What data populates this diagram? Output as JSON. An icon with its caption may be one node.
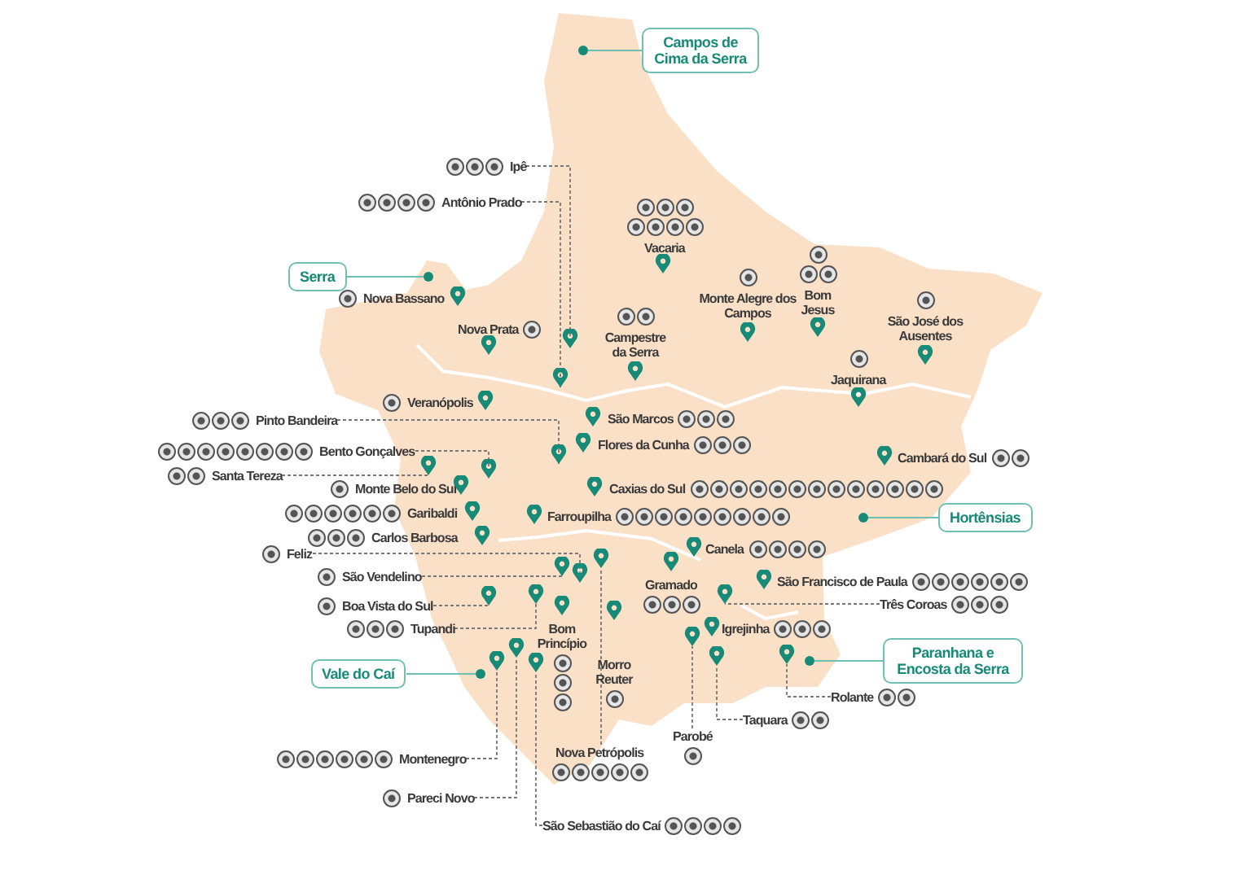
{
  "diagram": {
    "nodes": [
      {
        "text": [
          "Campos de Cima da Serra"
        ]
      },
      {
        "text": [
          "Ipê"
        ]
      },
      {
        "text": [
          "Antônio Prado"
        ]
      },
      {
        "text": [
          "Vacaria"
        ]
      },
      {
        "text": [
          "Serra"
        ]
      },
      {
        "text": [
          "Nova Bassano"
        ]
      },
      {
        "text": [
          "Nova Prata"
        ]
      },
      {
        "text": [
          "Campestre da Serra"
        ]
      },
      {
        "text": [
          "Monte Alegre dos Campos"
        ]
      },
      {
        "text": [
          "Bom Jesus"
        ]
      },
      {
        "text": [
          "São José dos Ausentes"
        ]
      },
      {
        "text": [
          "Jaquirana"
        ]
      },
      {
        "text": [
          "Veranópolis"
        ]
      },
      {
        "text": [
          "Pinto Bandeira"
        ]
      },
      {
        "text": [
          "São Marcos"
        ]
      },
      {
        "text": [
          "Bento Gonçalves"
        ]
      },
      {
        "text": [
          "Flores da Cunha"
        ]
      },
      {
        "text": [
          "Santa Tereza"
        ]
      },
      {
        "text": [
          "Cambará do Sul"
        ]
      },
      {
        "text": [
          "Monte Belo do Sul"
        ]
      },
      {
        "text": [
          "Caxias do Sul"
        ]
      },
      {
        "text": [
          "Garibaldi"
        ]
      },
      {
        "text": [
          "Farroupilha"
        ]
      },
      {
        "text": [
          "Hortênsias"
        ]
      },
      {
        "text": [
          "Carlos Barbosa"
        ]
      },
      {
        "text": [
          "Feliz"
        ]
      },
      {
        "text": [
          "Canela"
        ]
      },
      {
        "text": [
          "São Vendelino"
        ]
      },
      {
        "text": [
          "Gramado"
        ]
      },
      {
        "text": [
          "São Francisco de Paula"
        ]
      },
      {
        "text": [
          "Boa Vista do Sul"
        ]
      },
      {
        "text": [
          "Três Coroas"
        ]
      },
      {
        "text": [
          "Tupandi"
        ]
      },
      {
        "text": [
          "Bom Princípio"
        ]
      },
      {
        "text": [
          "Igrejinha"
        ]
      },
      {
        "text": [
          "Morro Reuter"
        ]
      },
      {
        "text": [
          "Vale do Caí"
        ]
      },
      {
        "text": [
          "Paranhana e Encosta da Serra"
        ]
      },
      {
        "text": [
          "Rolante"
        ]
      },
      {
        "text": [
          "Taquara"
        ]
      },
      {
        "text": [
          "Parobé"
        ]
      },
      {
        "text": [
          "Nova Petrópolis"
        ]
      },
      {
        "text": [
          "Montenegro"
        ]
      },
      {
        "text": [
          "Pareci Novo"
        ]
      },
      {
        "text": [
          "São Sebastião do Caí"
        ]
      },
      {
        "text": [],
        "shape": "circle"
      },
      {
        "text": [],
        "shape": "circle"
      },
      {
        "text": [],
        "shape": "circle"
      },
      {
        "text": [],
        "shape": "circle"
      },
      {
        "text": [],
        "shape": "circle"
      },
      {
        "text": [],
        "shape": "pin"
      },
      {
        "text": [],
        "shape": "pin"
      },
      {
        "text": [],
        "shape": "pin"
      },
      {
        "text": [],
        "shape": "pin"
      },
      {
        "text": [],
        "shape": "pin"
      },
      {
        "text": [],
        "shape": "pin"
      },
      {
        "text": [],
        "shape": "pin"
      },
      {
        "text": [],
        "shape": "pin"
      },
      {
        "text": [],
        "shape": "pin"
      },
      {
        "text": [],
        "shape": "pin"
      },
      {
        "text": [],
        "shape": "pin"
      },
      {
        "text": [],
        "shape": "pin"
      },
      {
        "text": [],
        "shape": "pin"
      },
      {
        "text": [],
        "shape": "pin"
      },
      {
        "text": [],
        "shape": "pin"
      },
      {
        "text": [],
        "shape": "pin"
      },
      {
        "text": [],
        "shape": "pin"
      }
    ],
    "edges": [
      {
        "from": 0,
        "to": 45,
        "arrow": "none",
        "color": "#6fbfb2"
      },
      {
        "from": 4,
        "to": 46,
        "arrow": "none",
        "color": "#6fbfb2"
      },
      {
        "from": 23,
        "to": 47,
        "arrow": "none",
        "color": "#6fbfb2"
      },
      {
        "from": 36,
        "to": 48,
        "arrow": "none",
        "color": "#6fbfb2"
      },
      {
        "from": 37,
        "to": 49,
        "arrow": "none",
        "color": "#6fbfb2"
      },
      {
        "from": 1,
        "to": 50,
        "arrow": "none",
        "style": "dashed"
      },
      {
        "from": 2,
        "to": 51,
        "arrow": "none",
        "style": "dashed"
      },
      {
        "from": 13,
        "to": 52,
        "arrow": "none",
        "style": "dashed"
      },
      {
        "from": 15,
        "to": 53,
        "arrow": "none",
        "style": "dashed"
      },
      {
        "from": 17,
        "to": 54,
        "arrow": "none",
        "style": "dashed"
      },
      {
        "from": 25,
        "to": 55,
        "arrow": "none",
        "style": "dashed"
      },
      {
        "from": 27,
        "to": 56,
        "arrow": "none",
        "style": "dashed"
      },
      {
        "from": 30,
        "to": 57,
        "arrow": "none",
        "style": "dashed"
      },
      {
        "from": 32,
        "to": 58,
        "arrow": "none",
        "style": "dashed"
      },
      {
        "from": 42,
        "to": 59,
        "arrow": "none",
        "style": "dashed"
      },
      {
        "from": 43,
        "to": 60,
        "arrow": "none",
        "style": "dashed"
      },
      {
        "from": 44,
        "to": 61,
        "arrow": "none",
        "style": "dashed"
      },
      {
        "from": 41,
        "to": 62,
        "arrow": "none",
        "style": "dashed"
      },
      {
        "from": 40,
        "to": 63,
        "arrow": "none",
        "style": "dashed"
      },
      {
        "from": 39,
        "to": 64,
        "arrow": "none",
        "style": "dashed"
      },
      {
        "from": 38,
        "to": 65,
        "arrow": "none",
        "style": "dashed"
      },
      {
        "from": 31,
        "to": 66,
        "arrow": "none",
        "style": "dashed"
      }
    ]
  }
}
